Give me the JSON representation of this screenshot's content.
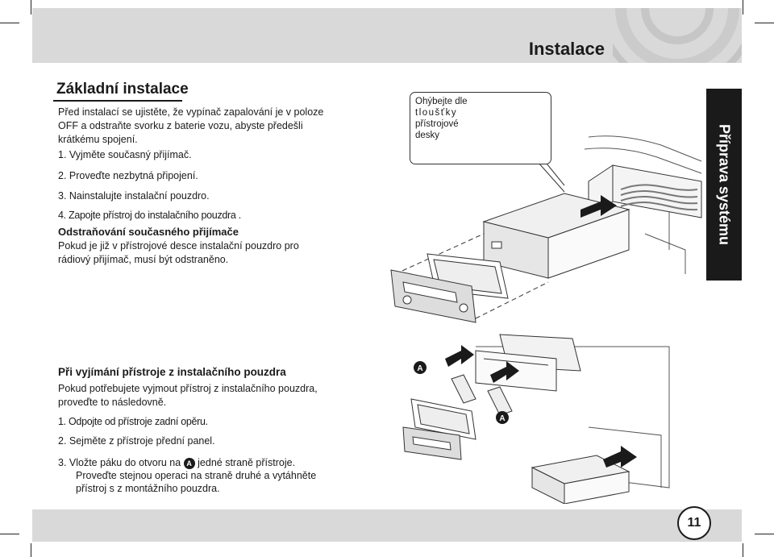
{
  "header": {
    "title": "Instalace"
  },
  "side_tab": {
    "label": "Příprava systému"
  },
  "section1": {
    "title": "Základní instalace",
    "intro": [
      "Před instalací se ujistěte, že vypínač zapalování je v poloze",
      "OFF a odstraňte svorku z baterie vozu, abyste předešli",
      "krátkému spojení."
    ],
    "steps": [
      "1. Vyjměte současný přijímač.",
      "2. Proveďte nezbytná připojení.",
      "3. Nainstalujte instalační pouzdro.",
      "4. Zapojte přístroj do instalačního pouzdra ."
    ]
  },
  "removal": {
    "title": "Odstraňování současného přijímače",
    "text": [
      "Pokud je již v přístrojové desce instalační pouzdro pro",
      "rádiový přijímač, musí být odstraněno."
    ]
  },
  "section2": {
    "title": "Při vyjímání přístroje z instalačního pouzdra",
    "intro": [
      "Pokud potřebujete vyjmout přístroj z instalačního pouzdra,",
      "proveďte to následovně."
    ],
    "step1": "1. Odpojte od přístroje zadní opěru.",
    "step2": "2. Sejměte z přístroje přední panel.",
    "step3_pre": "3. Vložte páku do otvoru na",
    "step3_marker": "A",
    "step3_post": "jedné straně přístroje.",
    "step3_cont1": "Proveďte stejnou operaci na straně druhé a vytáhněte",
    "step3_cont2": "přístroj s z montážního pouzdra."
  },
  "callout": {
    "lines": [
      "Ohýbejte dle",
      "tloušťky",
      "přístrojové",
      "desky"
    ]
  },
  "figure2": {
    "marker_top": "A",
    "marker_bottom": "A"
  },
  "footer": {
    "page_number": "11"
  }
}
